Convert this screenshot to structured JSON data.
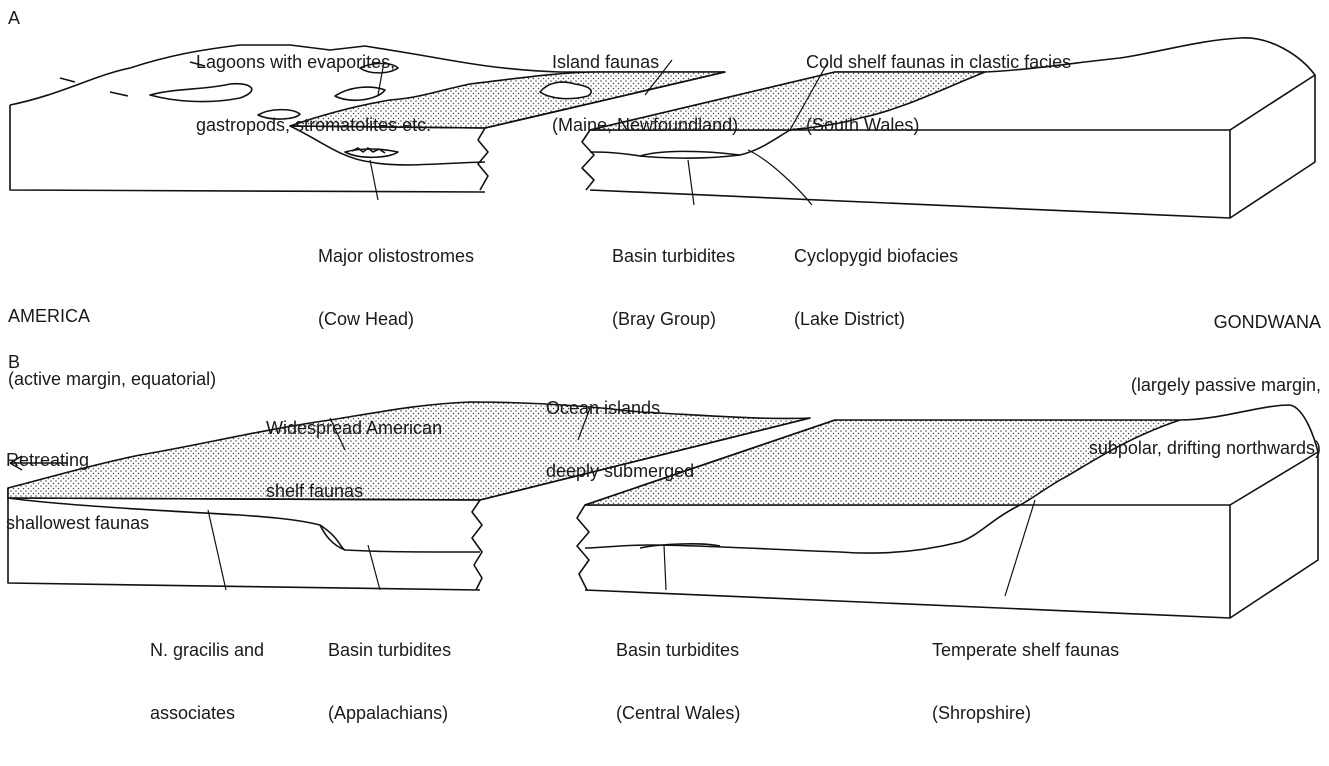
{
  "panel_a": {
    "letter": "A",
    "labels": {
      "lagoons": [
        "Lagoons with evaporites,",
        "gastropods, stromatolites etc."
      ],
      "island": [
        "Island faunas",
        "(Maine, Newfoundland)"
      ],
      "cold_shelf": [
        "Cold shelf faunas in clastic facies",
        "(South Wales)"
      ],
      "olistostromes": [
        "Major olistostromes",
        "(Cow Head)"
      ],
      "basin": [
        "Basin turbidites",
        "(Bray Group)"
      ],
      "cyclopygid": [
        "Cyclopygid biofacies",
        "(Lake District)"
      ]
    },
    "america": [
      "AMERICA",
      "(active margin, equatorial)"
    ],
    "gondwana": [
      "GONDWANA",
      "(largely passive margin,",
      "subpolar, drifting northwards)"
    ]
  },
  "panel_b": {
    "letter": "B",
    "labels": {
      "ocean_islands": [
        "Ocean islands",
        "deeply submerged"
      ],
      "widespread": [
        "Widespread American",
        "shelf faunas"
      ],
      "retreating": [
        "Retreating",
        "shallowest faunas"
      ],
      "gracilis": [
        "N. gracilis and",
        "associates"
      ],
      "basin_app": [
        "Basin turbidites",
        "(Appalachians)"
      ],
      "basin_wales": [
        "Basin turbidites",
        "(Central Wales)"
      ],
      "temperate": [
        "Temperate shelf faunas",
        "(Shropshire)"
      ]
    },
    "arrow_glyph": "←"
  }
}
